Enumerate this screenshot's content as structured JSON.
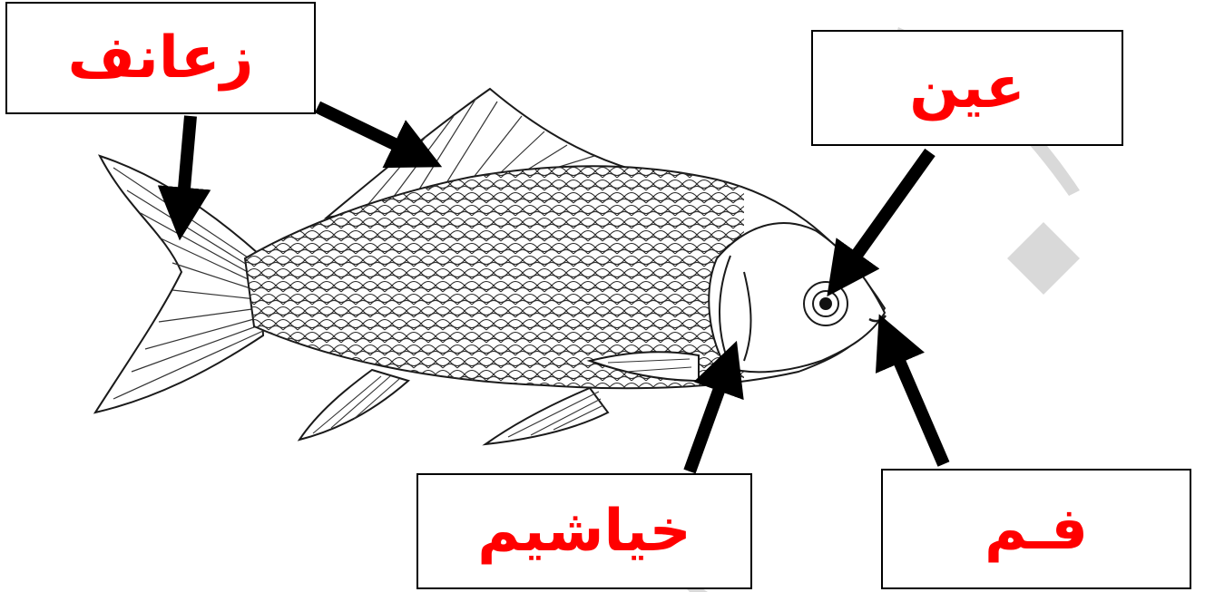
{
  "labels": {
    "fins": "زعانف",
    "eye": "عين",
    "gills": "خياشيم",
    "mouth": "فـم"
  },
  "colors": {
    "label_text": "#ff0000",
    "arrow": "#000000",
    "box_border": "#000000",
    "fish_line": "#1a1a1a",
    "watermark": "#d9d9d9"
  },
  "icons": {
    "fish": "fish-illustration",
    "arrow": "arrow-icon"
  }
}
